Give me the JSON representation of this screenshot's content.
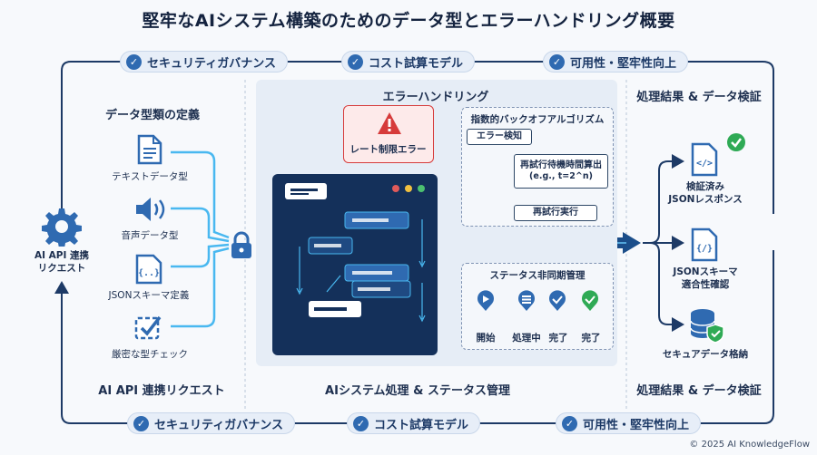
{
  "title": "堅牢なAIシステム構築のためのデータ型とエラーハンドリング概要",
  "top_pills": [
    "セキュリティガバナンス",
    "コスト試算モデル",
    "可用性・堅牢性向上"
  ],
  "bottom_pills": [
    "セキュリティガバナンス",
    "コスト試算モデル",
    "可用性・堅牢性向上"
  ],
  "left": {
    "title": "データ型類の定義",
    "request_label": "AI API 連携\nリクエスト",
    "bottom_title": "AI API 連携リクエスト",
    "items": [
      "テキストデータ型",
      "音声データ型",
      "JSONスキーマ定義",
      "厳密な型チェック"
    ]
  },
  "center": {
    "error_handling_title": "エラーハンドリング",
    "rate_limit": "レート制限エラー",
    "backoff_title": "指数的バックオフアルゴリズム",
    "error_detect": "エラー検知",
    "retry_calc_line1": "再試行待機時間算出",
    "retry_calc_line2": "(e.g., t=2^n)",
    "retry_exec": "再試行実行",
    "async_title": "ステータス非同期管理",
    "async_states": [
      "開始",
      "処理中",
      "完了",
      "完了"
    ],
    "bottom_title": "AIシステム処理 & ステータス管理"
  },
  "right": {
    "title": "処理結果 & データ検証",
    "bottom_title": "処理結果 & データ検証",
    "items": [
      "検証済み\nJSONレスポンス",
      "JSONスキーマ\n適合性確認",
      "セキュアデータ格納"
    ]
  },
  "copyright": "© 2025 AI KnowledgeFlow",
  "colors": {
    "accent": "#2f6ab1",
    "dark_navy": "#14305a",
    "error_red": "#d63b3b",
    "success_green": "#2faa55",
    "glow_blue": "#49b8f0"
  }
}
